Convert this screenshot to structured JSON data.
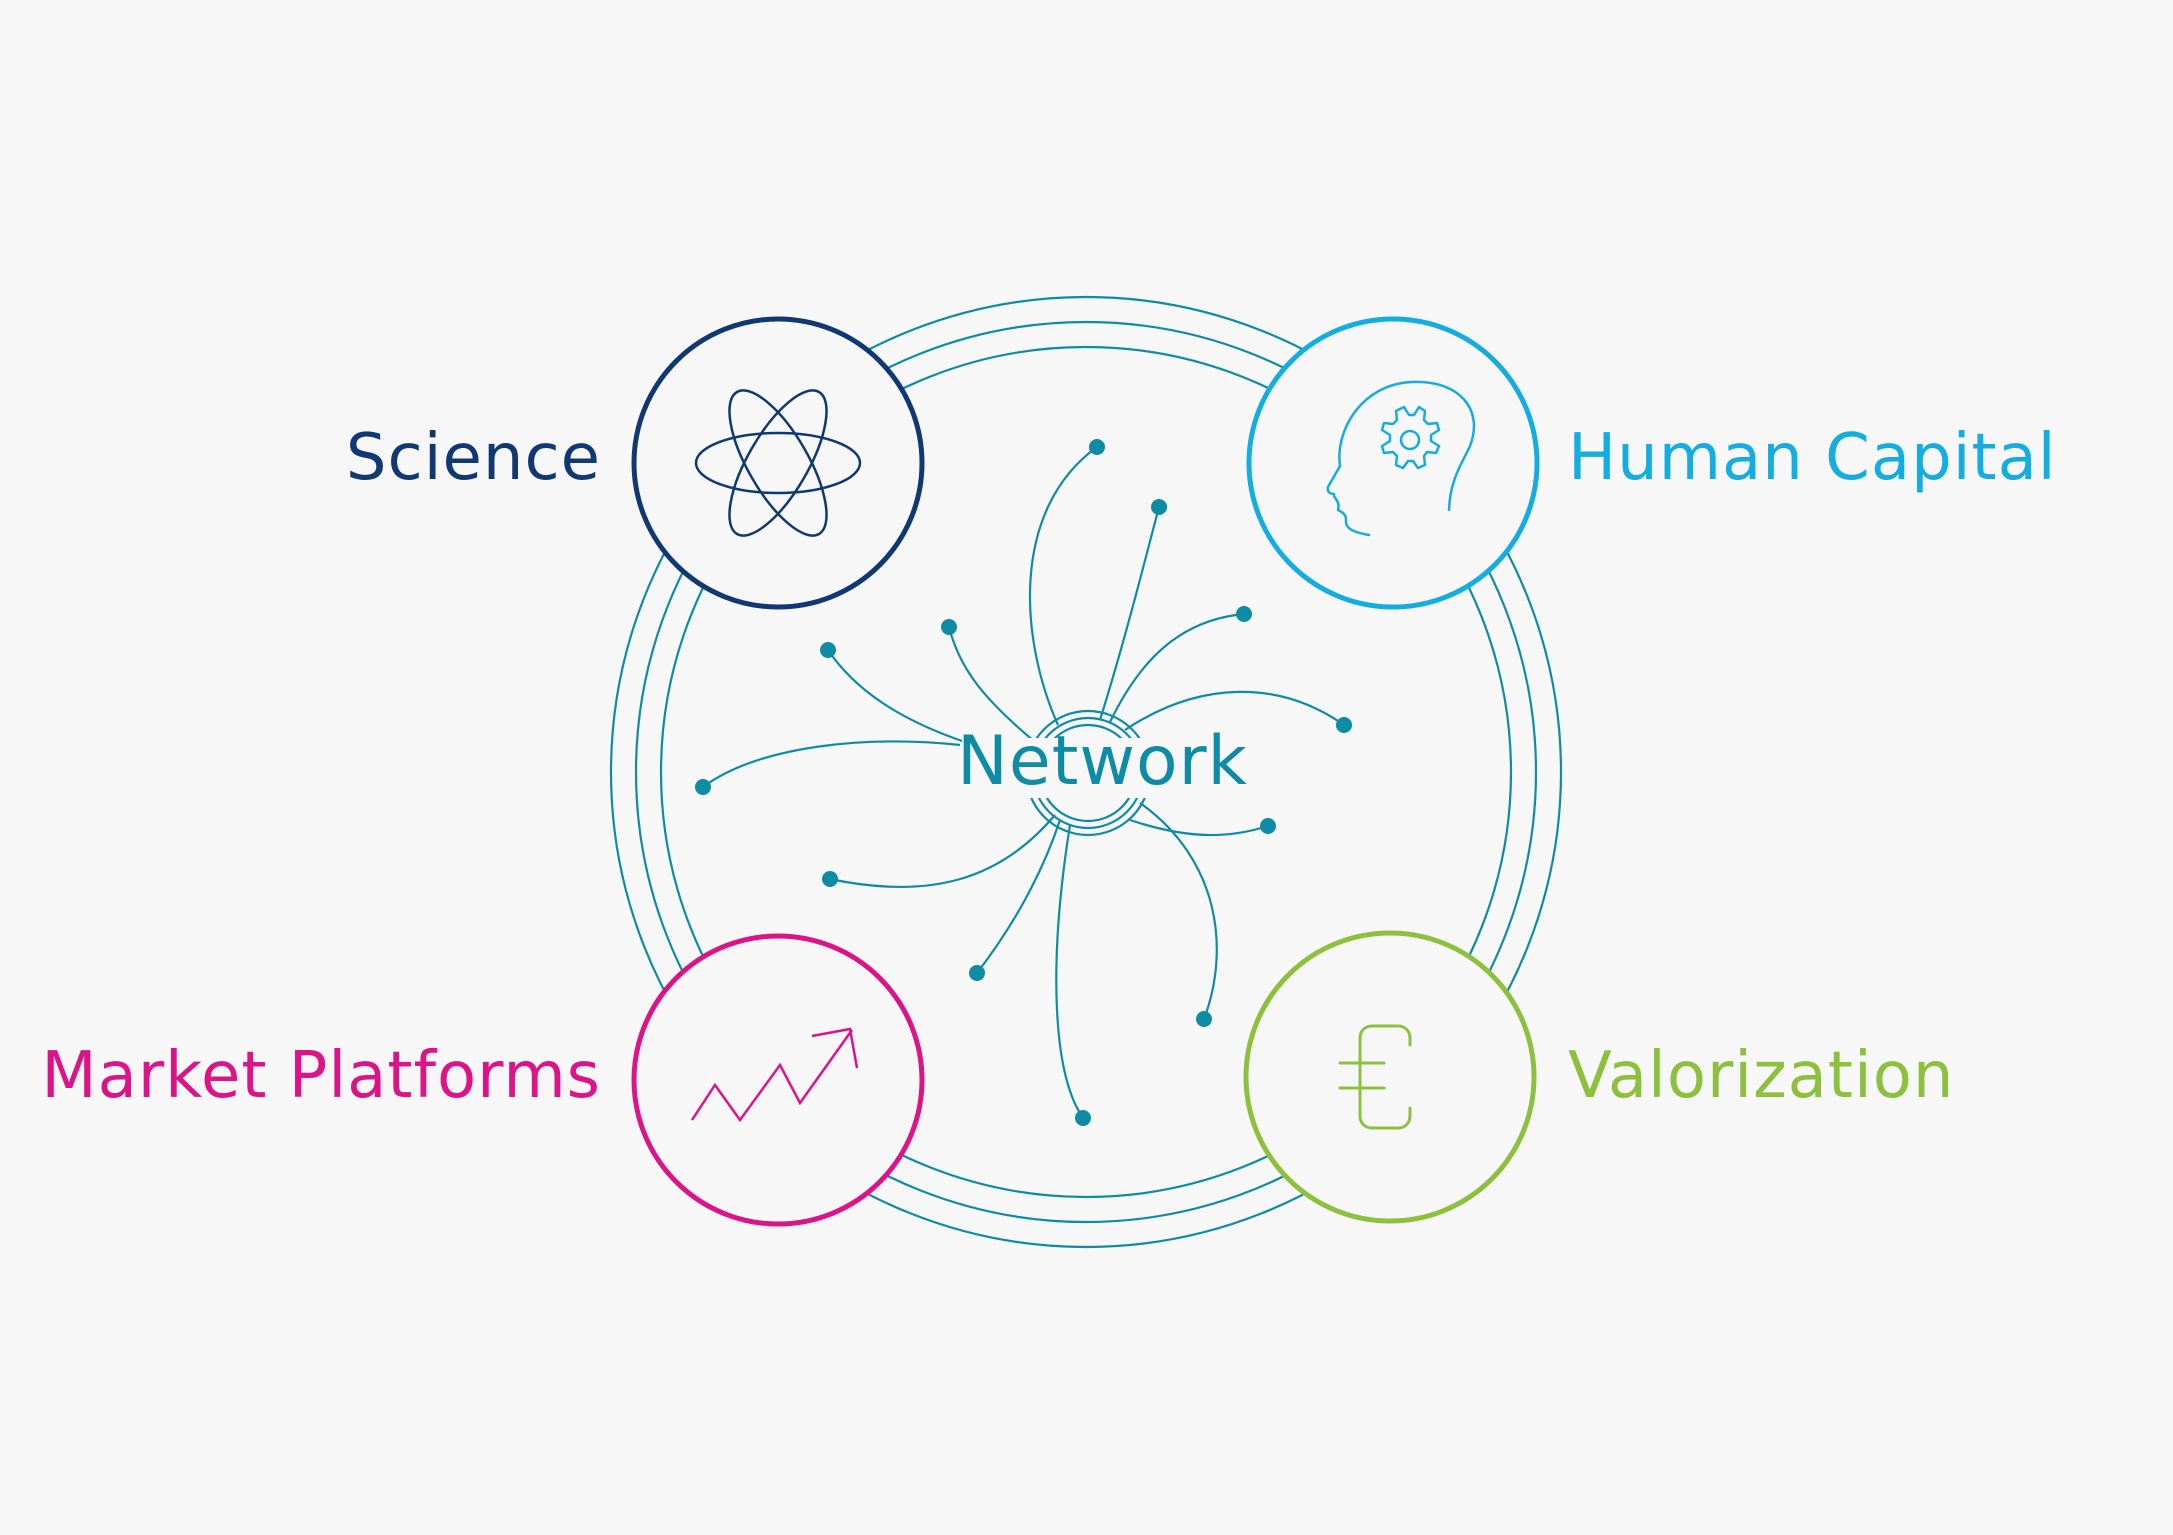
{
  "colors": {
    "background": "#f7f7f7",
    "network": "#0e8ba5",
    "science": "#103872",
    "human_capital": "#14ade1",
    "market_platforms": "#dc1488",
    "valorization": "#8dc03d"
  },
  "center": {
    "label": "Network"
  },
  "nodes": [
    {
      "id": "science",
      "label": "Science",
      "icon": "atom-icon"
    },
    {
      "id": "human_capital",
      "label": "Human Capital",
      "icon": "head-gear-icon"
    },
    {
      "id": "market_platforms",
      "label": "Market Platforms",
      "icon": "trend-up-icon"
    },
    {
      "id": "valorization",
      "label": "Valorization",
      "icon": "euro-icon"
    }
  ]
}
